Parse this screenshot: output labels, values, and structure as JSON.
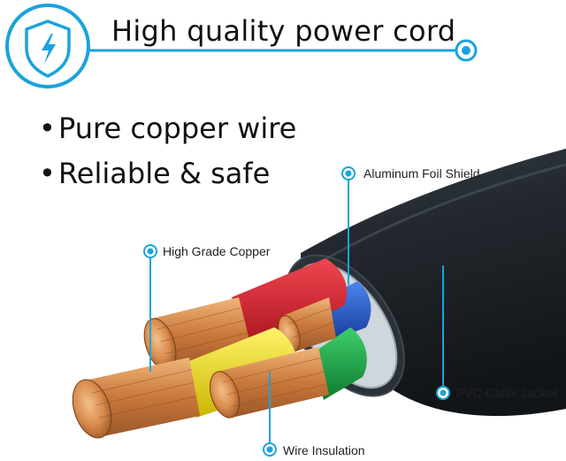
{
  "header": {
    "title": "High quality power cord",
    "badge_icon": "shield-bolt-icon"
  },
  "bullets": [
    "Pure copper wire",
    "Reliable & safe"
  ],
  "callouts": {
    "aluminum_foil_shield": "Aluminum Foil Shield",
    "high_grade_copper": "High Grade Copper",
    "pvc_cable_jacket": "PVC Cable Jacket",
    "wire_insulation": "Wire Insulation"
  },
  "colors": {
    "accent": "#1aa3dc",
    "jacket": "#1f2429",
    "red_insulation": "#d81e2a",
    "blue_insulation": "#1f56c9",
    "yellow_insulation": "#f1e21f",
    "green_insulation": "#17a043",
    "copper": "#d98b4c"
  }
}
